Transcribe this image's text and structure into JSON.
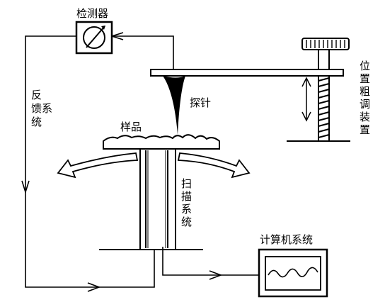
{
  "labels": {
    "detector": "检测器",
    "probe": "探针",
    "sample": "样品",
    "feedback": [
      "反",
      "馈系",
      "统"
    ],
    "scan": [
      "扫",
      "描",
      "系",
      "统"
    ],
    "position": [
      "位",
      "置",
      "粗",
      "调",
      "装",
      "置"
    ],
    "computer": "计算机系统"
  },
  "colors": {
    "ink": "#000000",
    "paper": "#ffffff"
  }
}
